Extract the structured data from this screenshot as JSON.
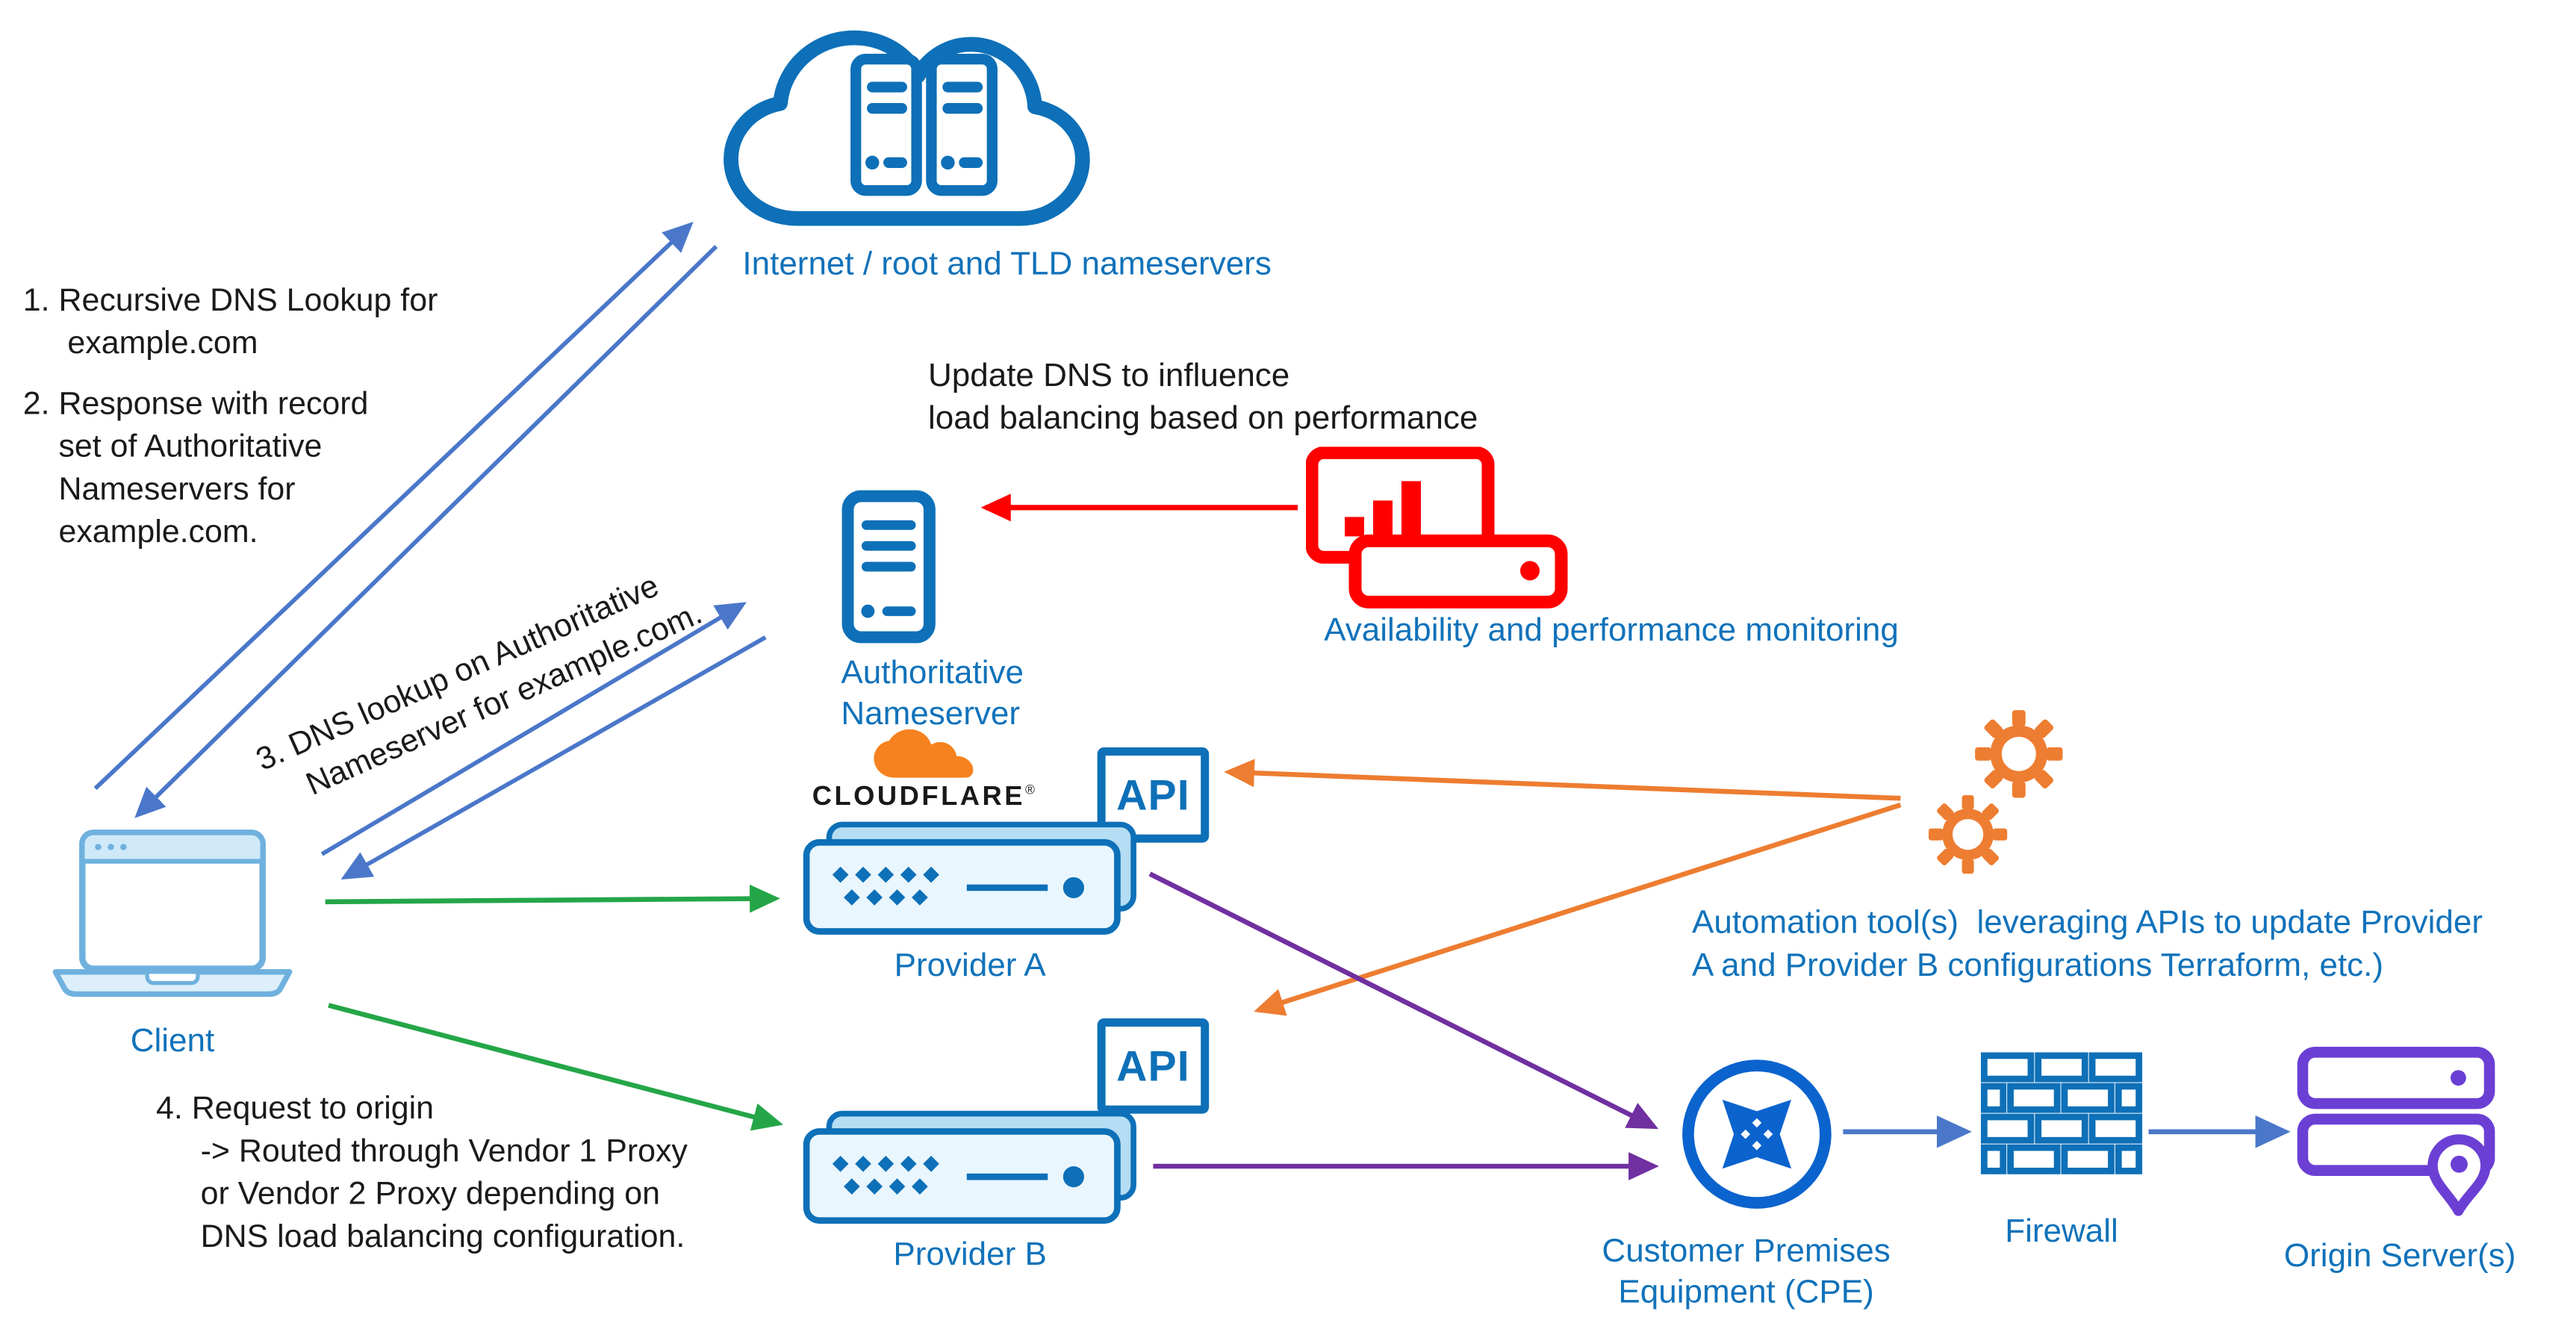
{
  "diagram": {
    "nodes": {
      "internet": {
        "label": "Internet / root and TLD nameservers"
      },
      "client": {
        "label": "Client"
      },
      "authoritative_nameserver": {
        "label": "Authoritative\nNameserver"
      },
      "monitoring": {
        "label": "Availability and performance monitoring"
      },
      "provider_a": {
        "label": "Provider A",
        "brand": "CLOUDFLARE",
        "brand_reg": "®",
        "api_label": "API"
      },
      "provider_b": {
        "label": "Provider B",
        "api_label": "API"
      },
      "cpe": {
        "label": "Customer Premises\nEquipment (CPE)"
      },
      "firewall": {
        "label": "Firewall"
      },
      "origin": {
        "label": "Origin Server(s)"
      }
    },
    "annotations": {
      "step1": "1. Recursive DNS Lookup for\n     example.com",
      "step2": "2. Response with record\n    set of Authoritative\n    Nameservers for\n    example.com.",
      "step3": "3. DNS lookup on Authoritative\n    Nameserver for example.com.",
      "step4": "4. Request to origin\n     -> Routed through Vendor 1 Proxy\n     or Vendor 2 Proxy depending on\n     DNS load balancing configuration.",
      "update_dns": "Update DNS to influence\nload balancing based on performance",
      "automation": "Automation tool(s)  leveraging APIs to update Provider\nA and Provider B configurations Terraform, etc.)"
    },
    "colors": {
      "icon_blue": "#0e70b8",
      "label_blue": "#1172ba",
      "arrow_blue": "#4a77c9",
      "green": "#24a648",
      "purple": "#7030a0",
      "orange": "#ed7d31",
      "red": "#fe0000",
      "origin_purple": "#6b3fd4",
      "cpe_blue": "#0b63ce",
      "cloudflare_orange": "#f6821f",
      "text_black": "#1a1a1a"
    }
  }
}
